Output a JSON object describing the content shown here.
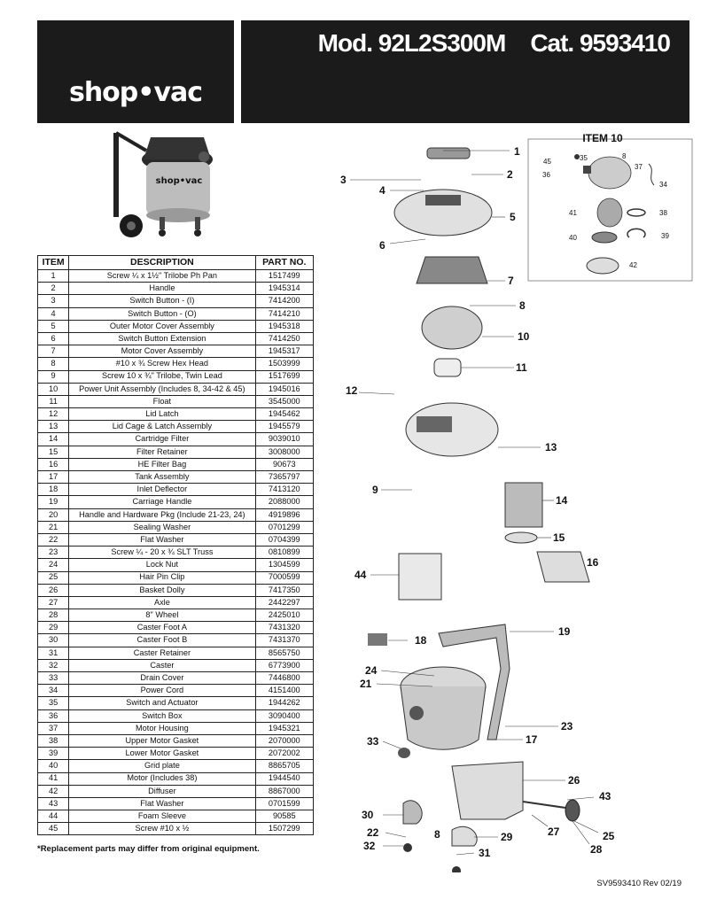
{
  "brand": {
    "logo_text": "shop•vac"
  },
  "header": {
    "model": "Mod. 92L2S300M",
    "catalog": "Cat. 9593410"
  },
  "table": {
    "headers": {
      "item": "ITEM",
      "description": "DESCRIPTION",
      "part_no": "PART NO."
    },
    "rows": [
      {
        "item": "1",
        "description": "Screw ¼ x 1½\" Trilobe Ph Pan",
        "part_no": "1517499"
      },
      {
        "item": "2",
        "description": "Handle",
        "part_no": "1945314"
      },
      {
        "item": "3",
        "description": "Switch Button -  (I)",
        "part_no": "7414200"
      },
      {
        "item": "4",
        "description": "Switch Button -  (O)",
        "part_no": "7414210"
      },
      {
        "item": "5",
        "description": "Outer Motor Cover Assembly",
        "part_no": "1945318"
      },
      {
        "item": "6",
        "description": "Switch Button Extension",
        "part_no": "7414250"
      },
      {
        "item": "7",
        "description": "Motor Cover Assembly",
        "part_no": "1945317"
      },
      {
        "item": "8",
        "description": "#10 x ¾ Screw Hex Head",
        "part_no": "1503999"
      },
      {
        "item": "9",
        "description": "Screw 10 x ¾\" Trilobe, Twin Lead",
        "part_no": "1517699"
      },
      {
        "item": "10",
        "description": "Power Unit Assembly (Includes 8, 34-42 & 45)",
        "part_no": "1945016"
      },
      {
        "item": "11",
        "description": "Float",
        "part_no": "3545000"
      },
      {
        "item": "12",
        "description": "Lid Latch",
        "part_no": "1945462"
      },
      {
        "item": "13",
        "description": "Lid Cage & Latch Assembly",
        "part_no": "1945579"
      },
      {
        "item": "14",
        "description": "Cartridge Filter",
        "part_no": "9039010"
      },
      {
        "item": "15",
        "description": "Filter Retainer",
        "part_no": "3008000"
      },
      {
        "item": "16",
        "description": "HE Filter Bag",
        "part_no": "90673"
      },
      {
        "item": "17",
        "description": "Tank Assembly",
        "part_no": "7365797"
      },
      {
        "item": "18",
        "description": "Inlet Deflector",
        "part_no": "7413120"
      },
      {
        "item": "19",
        "description": "Carriage Handle",
        "part_no": "2088000"
      },
      {
        "item": "20",
        "description": "Handle and Hardware Pkg (Include 21-23, 24)",
        "part_no": "4919896"
      },
      {
        "item": "21",
        "description": "Sealing Washer",
        "part_no": "0701299"
      },
      {
        "item": "22",
        "description": "Flat Washer",
        "part_no": "0704399"
      },
      {
        "item": "23",
        "description": "Screw ¼ - 20 x ¾ SLT Truss",
        "part_no": "0810899"
      },
      {
        "item": "24",
        "description": "Lock Nut",
        "part_no": "1304599"
      },
      {
        "item": "25",
        "description": "Hair Pin Clip",
        "part_no": "7000599"
      },
      {
        "item": "26",
        "description": "Basket Dolly",
        "part_no": "7417350"
      },
      {
        "item": "27",
        "description": "Axle",
        "part_no": "2442297"
      },
      {
        "item": "28",
        "description": "8\" Wheel",
        "part_no": "2425010"
      },
      {
        "item": "29",
        "description": "Caster Foot A",
        "part_no": "7431320"
      },
      {
        "item": "30",
        "description": "Caster Foot B",
        "part_no": "7431370"
      },
      {
        "item": "31",
        "description": "Caster Retainer",
        "part_no": "8565750"
      },
      {
        "item": "32",
        "description": "Caster",
        "part_no": "6773900"
      },
      {
        "item": "33",
        "description": "Drain Cover",
        "part_no": "7446800"
      },
      {
        "item": "34",
        "description": "Power Cord",
        "part_no": "4151400"
      },
      {
        "item": "35",
        "description": "Switch and Actuator",
        "part_no": "1944262"
      },
      {
        "item": "36",
        "description": "Switch Box",
        "part_no": "3090400"
      },
      {
        "item": "37",
        "description": "Motor Housing",
        "part_no": "1945321"
      },
      {
        "item": "38",
        "description": "Upper Motor Gasket",
        "part_no": "2070000"
      },
      {
        "item": "39",
        "description": "Lower Motor Gasket",
        "part_no": "2072002"
      },
      {
        "item": "40",
        "description": "Grid plate",
        "part_no": "8865705"
      },
      {
        "item": "41",
        "description": "Motor (Includes 38)",
        "part_no": "1944540"
      },
      {
        "item": "42",
        "description": "Diffuser",
        "part_no": "8867000"
      },
      {
        "item": "43",
        "description": "Flat Washer",
        "part_no": "0701599"
      },
      {
        "item": "44",
        "description": "Foam Sleeve",
        "part_no": "90585"
      },
      {
        "item": "45",
        "description": "Screw #10 x ½",
        "part_no": "1507299"
      }
    ]
  },
  "footnote": "*Replacement parts may differ from original equipment.",
  "revision": "SV9593410 Rev 02/19",
  "diagram": {
    "inset_title": "ITEM  10",
    "product_logo": "shop•vac",
    "callouts": [
      "1",
      "2",
      "3",
      "4",
      "5",
      "6",
      "7",
      "8",
      "10",
      "11",
      "12",
      "13",
      "9",
      "14",
      "15",
      "16",
      "44",
      "19",
      "18",
      "24",
      "21",
      "23",
      "17",
      "33",
      "26",
      "43",
      "30",
      "22",
      "8",
      "29",
      "27",
      "25",
      "32",
      "31",
      "28"
    ],
    "inset_callouts": [
      "45",
      "35",
      "8",
      "37",
      "36",
      "34",
      "41",
      "38",
      "40",
      "39",
      "42"
    ]
  }
}
